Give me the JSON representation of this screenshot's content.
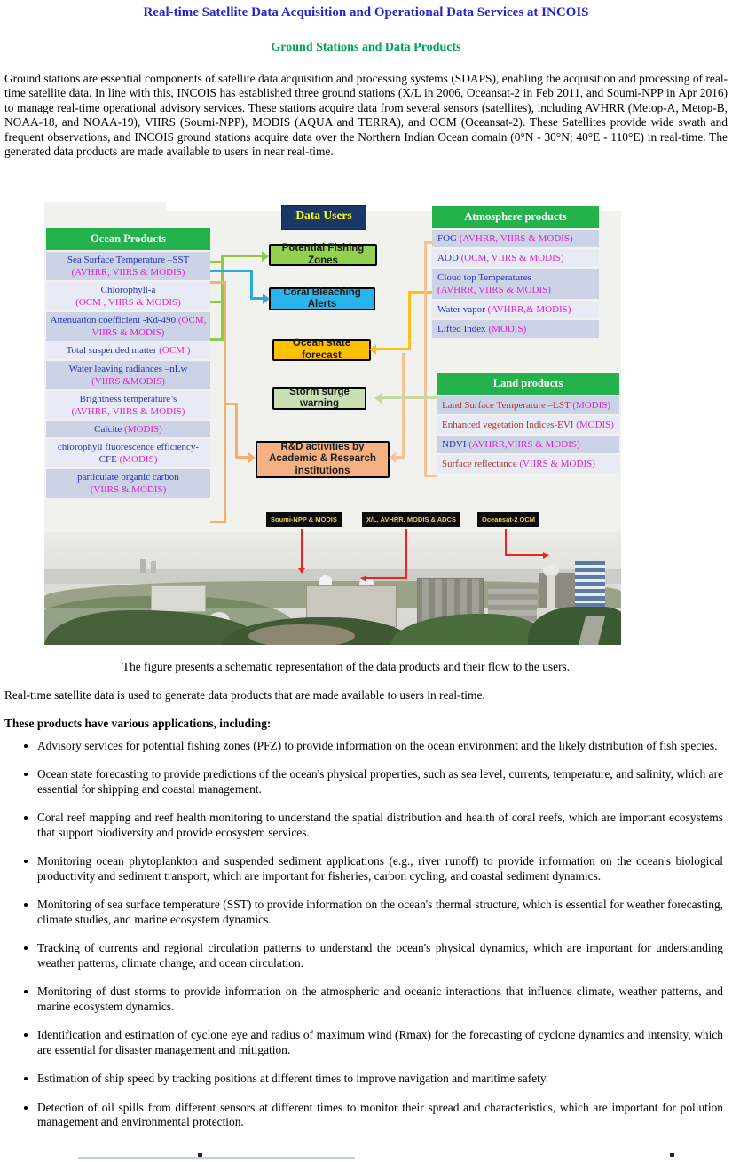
{
  "page": {
    "title": "Real-time Satellite Data Acquisition and Operational Data Services at INCOIS",
    "subtitle": "Ground Stations and Data Products",
    "intro": "Ground stations are essential components of satellite data acquisition and processing systems (SDAPS), enabling the acquisition and processing of real-time satellite data. In line with this, INCOIS has established three ground stations (X/L in 2006, Oceansat-2 in Feb 2011, and Soumi-NPP in Apr 2016) to manage real-time operational advisory services. These stations acquire data from several sensors (satellites), including AVHRR (Metop-A, Metop-B, NOAA-18, and NOAA-19), VIIRS (Soumi-NPP), MODIS (AQUA and TERRA), and OCM (Oceansat-2). These Satellites provide wide swath and frequent observations, and INCOIS ground stations acquire data over the Northern Indian Ocean domain (0°N - 30°N; 40°E - 110°E) in real-time. The generated data products are made available to users in near real-time.",
    "caption": "The figure presents a schematic representation of the data products and their flow to the users.",
    "after_text": "Real-time satellite data is used to generate data products that are made available to users in real-time.",
    "applications_heading": "These products have various applications, including:",
    "bullets": [
      "Advisory services for potential fishing zones (PFZ) to provide information on the ocean environment and the likely distribution of fish species.",
      "Ocean state forecasting to provide predictions of the ocean's physical properties, such as sea level, currents, temperature, and salinity, which are essential for shipping and coastal management.",
      "Coral reef mapping and reef health monitoring to understand the spatial distribution and health of coral reefs, which are important ecosystems that support biodiversity and provide ecosystem services.",
      "Monitoring ocean phytoplankton and suspended sediment applications (e.g., river runoff) to provide information on the ocean's biological productivity and sediment transport, which are important for fisheries, carbon cycling, and coastal sediment dynamics.",
      "Monitoring of sea surface temperature (SST) to provide information on the ocean's thermal structure, which is essential for weather forecasting, climate studies, and marine ecosystem dynamics.",
      "Tracking of currents and regional circulation patterns to understand the ocean's physical dynamics, which are important for understanding weather patterns, climate change, and ocean circulation.",
      "Monitoring of dust storms to provide information on the atmospheric and oceanic interactions that influence climate, weather patterns, and marine ecosystem dynamics.",
      "Identification and estimation of cyclone eye and radius of maximum wind (Rmax) for the forecasting of cyclone dynamics and intensity, which are essential for disaster management and mitigation.",
      "Estimation of ship speed by tracking positions at different times to improve navigation and maritime safety.",
      "Detection of oil spills from different sensors at different times to monitor their spread and characteristics, which are important for pollution management and environmental protection."
    ]
  },
  "figure": {
    "data_users_label": "Data Users",
    "ocean": {
      "header": "Ocean Products",
      "items": [
        {
          "name": "Sea Surface Temperature –SST",
          "sensors": "(AVHRR, VIIRS & MODIS)"
        },
        {
          "name": "Chlorophyll-a",
          "sensors": "(OCM , VIIRS & MODIS)"
        },
        {
          "name": "Attenuation coefficient -Kd-490",
          "sensors": "(OCM, VIIRS & MODIS)"
        },
        {
          "name": "Total suspended matter",
          "sensors": "(OCM )"
        },
        {
          "name": "Water leaving radiances –nLw",
          "sensors": "(VIIRS &MODIS)"
        },
        {
          "name": "Brightness temperature’s",
          "sensors": "(AVHRR, VIIRS & MODIS)"
        },
        {
          "name": "Calcite",
          "sensors": "(MODIS)"
        },
        {
          "name": "chlorophyll fluorescence efficiency-CFE",
          "sensors": "(MODIS)"
        },
        {
          "name": "particulate organic carbon",
          "sensors": "(VIIRS & MODIS)"
        }
      ]
    },
    "atmosphere": {
      "header": "Atmosphere products",
      "items": [
        {
          "name": "FOG",
          "sensors": "(AVHRR, VIIRS & MODIS)"
        },
        {
          "name": "AOD",
          "sensors": "(OCM,  VIIRS & MODIS)"
        },
        {
          "name": "Cloud top Temperatures",
          "sensors": "(AVHRR, VIIRS & MODIS)"
        },
        {
          "name": "Water vapor",
          "sensors": "(AVHRR,& MODIS)"
        },
        {
          "name": "Lifted Index",
          "sensors": "(MODIS)"
        }
      ]
    },
    "land": {
      "header": "Land products",
      "items": [
        {
          "name": "Land Surface Temperature –LST",
          "sensors": "(MODIS)"
        },
        {
          "name": "Enhanced vegetation Indices-EVI",
          "sensors": "(MODIS)"
        },
        {
          "name": "NDVI",
          "sensors": "(AVHRR,VIIRS & MODIS)"
        },
        {
          "name": "Surface reflectance",
          "sensors": "(VIIRS & MODIS)"
        }
      ]
    },
    "user_boxes": [
      {
        "label": "Potential Fishing Zones"
      },
      {
        "label": "Coral Bleaching Alerts"
      },
      {
        "label": "Ocean state forecast"
      },
      {
        "label": "Storm surge warning"
      },
      {
        "label": "R&D activities by Academic & Research institutions"
      }
    ],
    "photo_labels": [
      {
        "label": "Soumi-NPP & MODIS"
      },
      {
        "label": "X/L, AVHRR, MODIS & ADCS"
      },
      {
        "label": "Oceansat-2 OCM"
      }
    ],
    "colors": {
      "title_blue": "#2424d0",
      "subtitle_green": "#00a550",
      "header_green": "#24b24c",
      "data_users_navy": "#1b3768",
      "data_users_yellow": "#ffff00",
      "row_dark": "#ccd3e6",
      "row_light": "#e8ebf5",
      "product_name_blue": "#2433b0",
      "product_name_red": "#a43a32",
      "sensor_magenta": "#dd22cc",
      "pfz_green": "#92d050",
      "coral_blue": "#2ab4ec",
      "forecast_amber": "#ffc000",
      "storm_green": "#c6e0b4",
      "rnd_peach": "#f6b183",
      "red_arrow": "#ee2222"
    }
  }
}
